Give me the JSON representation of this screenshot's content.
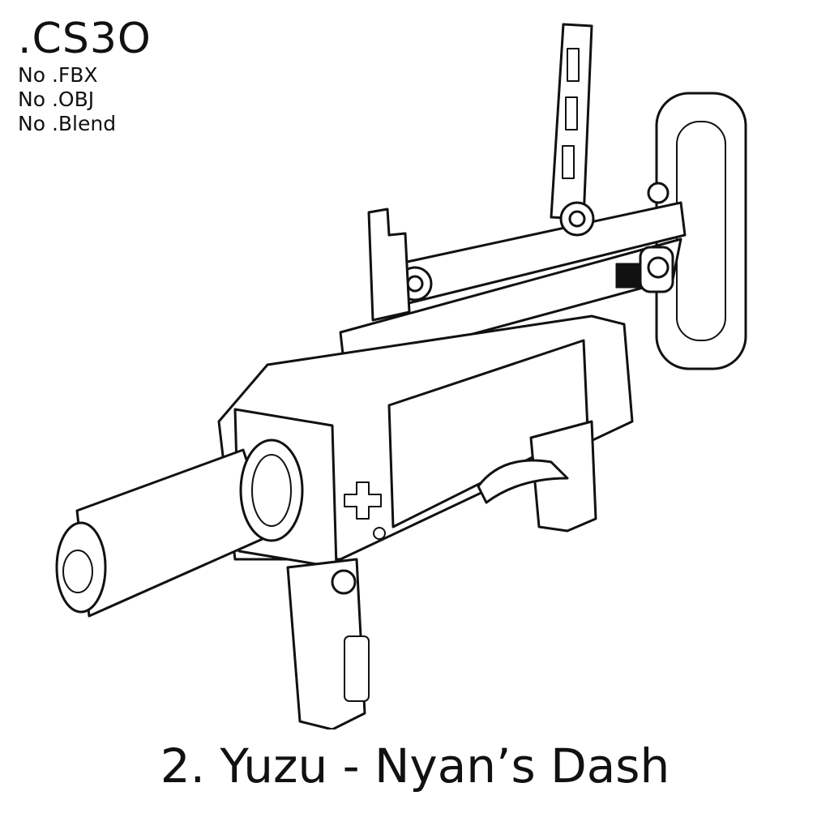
{
  "format": {
    "title": ".CS3O",
    "notes": [
      "No .FBX",
      "No .OBJ",
      "No .Blend"
    ]
  },
  "caption": "2. Yuzu - Nyan’s Dash",
  "colors": {
    "ink": "#111111",
    "background": "#ffffff"
  }
}
